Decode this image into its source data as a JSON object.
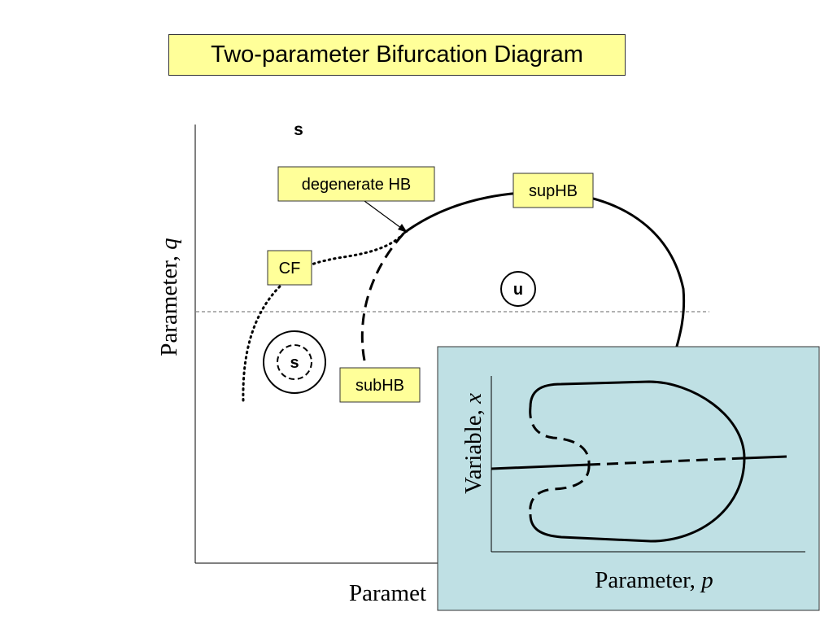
{
  "title": "Two-parameter Bifurcation Diagram",
  "main_diagram": {
    "y_axis_label": "Parameter, ",
    "y_axis_var": "q",
    "x_axis_label": "Paramet",
    "region_top_label": "s",
    "region_unstable_label": "u",
    "region_stable_label": "s",
    "labels": {
      "degenerate_hb": "degenerate HB",
      "sup_hb": "supHB",
      "cf": "CF",
      "sub_hb": "subHB"
    }
  },
  "inset": {
    "y_axis_label": "Variable, ",
    "y_axis_var": "x",
    "x_axis_label": "Parameter, ",
    "x_axis_var": "p",
    "background": "#bfe0e4"
  },
  "colors": {
    "label_fill": "#ffff99"
  }
}
